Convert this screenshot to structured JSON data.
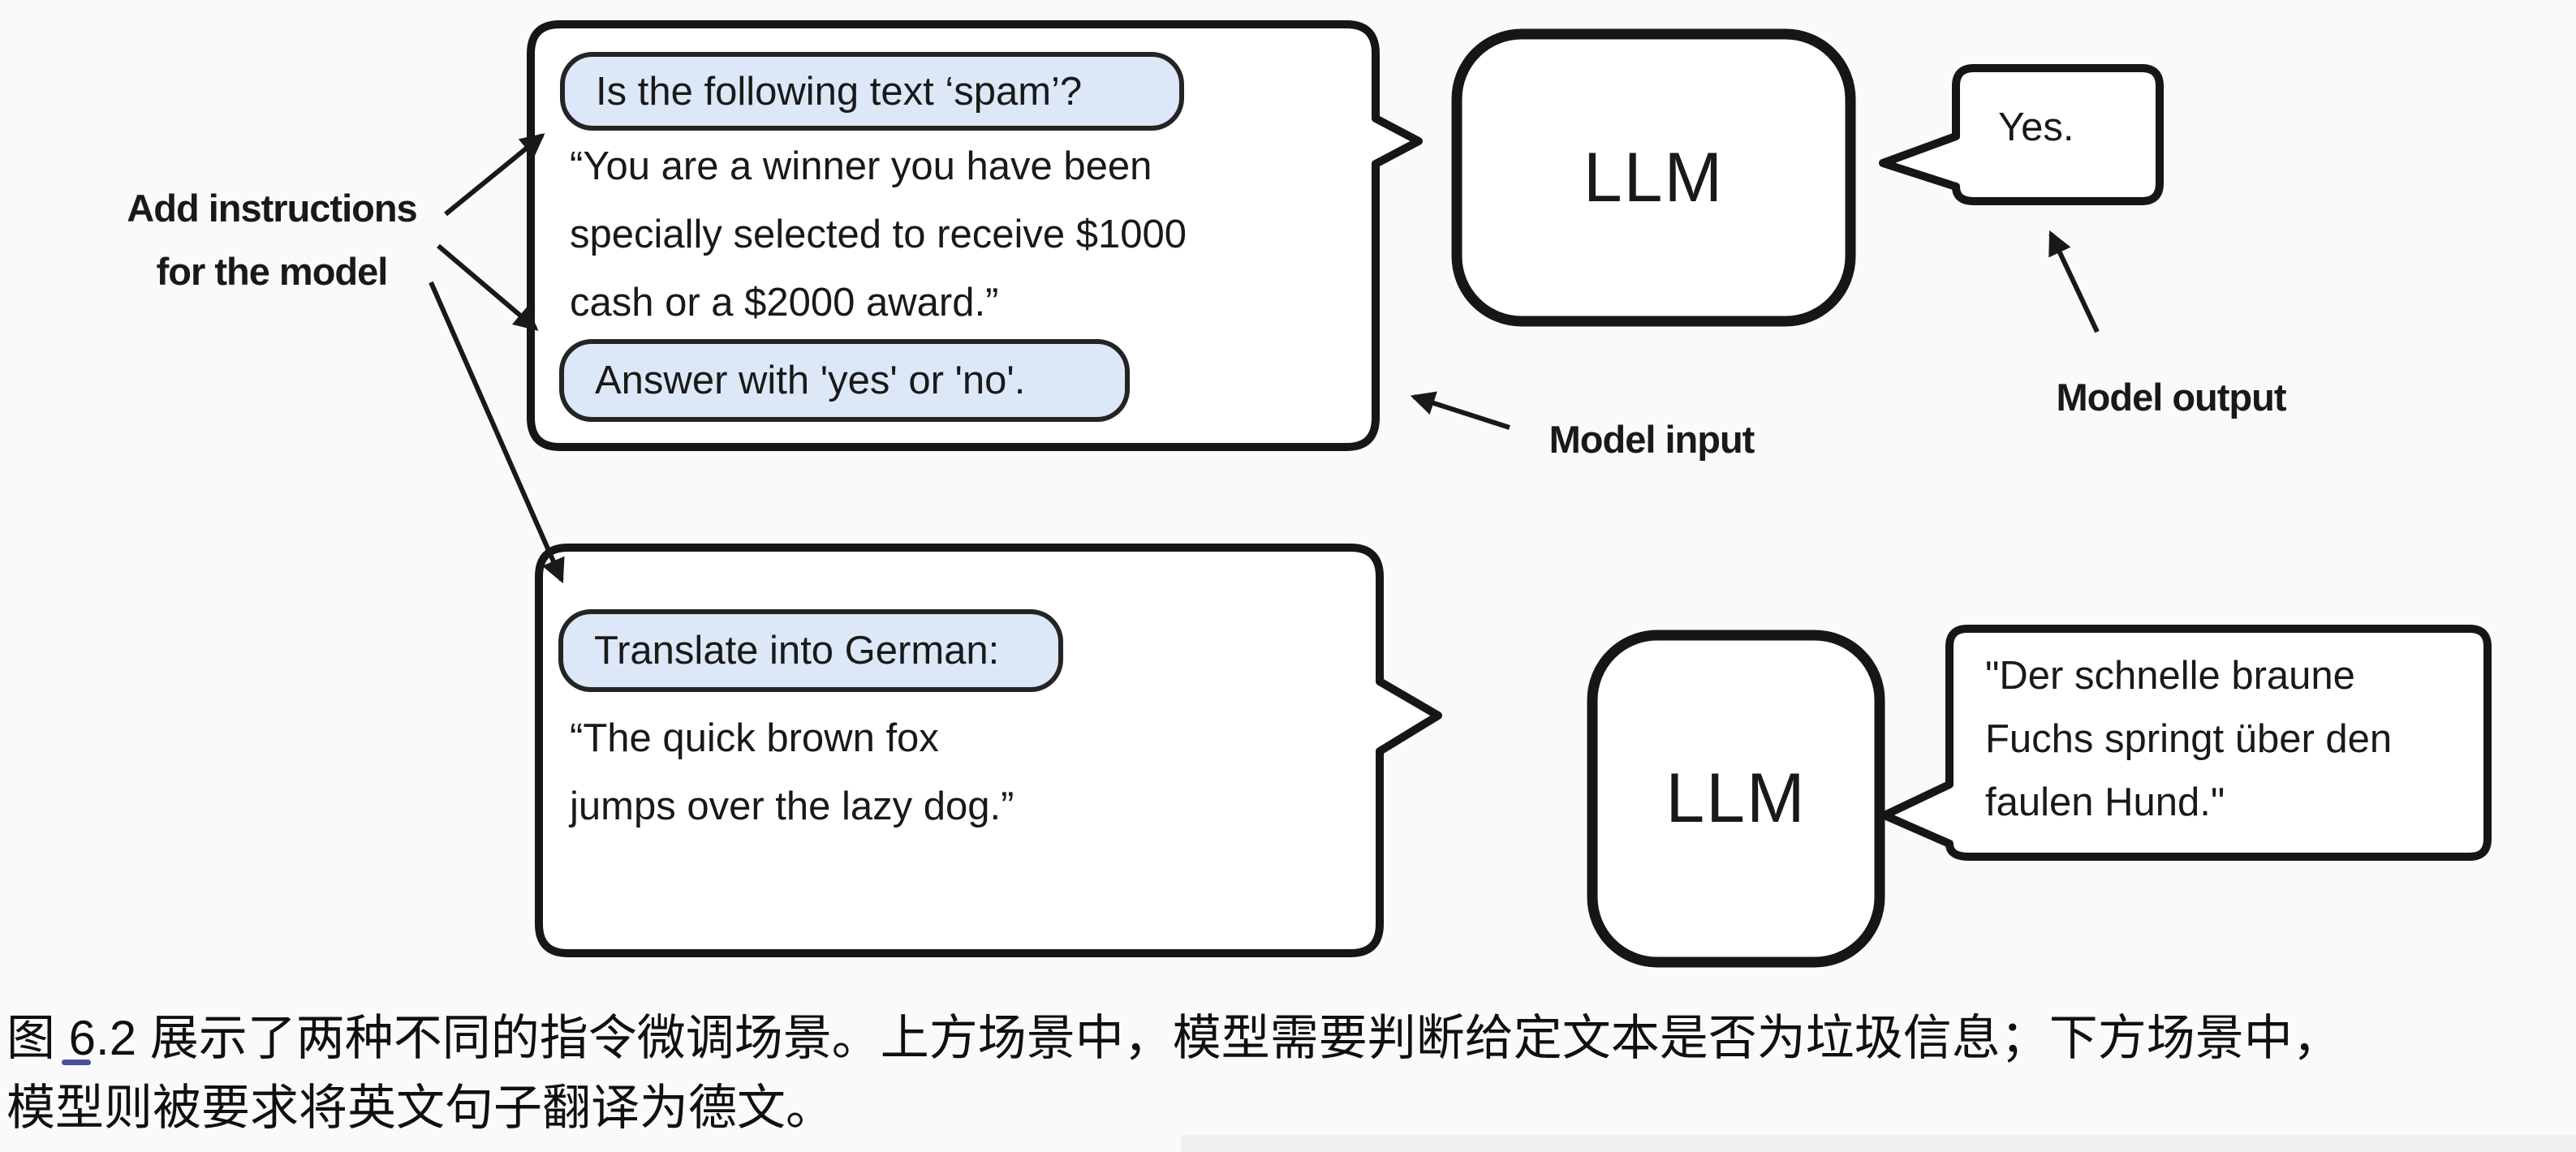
{
  "colors": {
    "background": "#fbfafa",
    "ink": "#191919",
    "pill_fill": "#dce8f7",
    "pill_border": "#242424"
  },
  "annotation": {
    "line1": "Add instructions",
    "line2": "for the model"
  },
  "labels": {
    "model_input": "Model input",
    "model_output": "Model output"
  },
  "top_scenario": {
    "instruction_pill": "Is the following text ‘spam’?",
    "body_line1": "“You are a winner you have been",
    "body_line2": "specially selected to receive $1000",
    "body_line3": "cash or a $2000 award.”",
    "answer_pill": "Answer with 'yes' or 'no'.",
    "llm": "LLM",
    "output": "Yes."
  },
  "bottom_scenario": {
    "instruction_pill": "Translate into German:",
    "body_line1": "“The quick brown fox",
    "body_line2": "jumps over the lazy dog.”",
    "llm": "LLM",
    "output_line1": "\"Der schnelle braune",
    "output_line2": "Fuchs springt über den",
    "output_line3": "faulen Hund.\""
  },
  "caption": {
    "line1": "图 6.2 展示了两种不同的指令微调场景。上方场景中，模型需要判断给定文本是否为垃圾信息；下方场景中，",
    "line2": "模型则被要求将英文句子翻译为德文。"
  }
}
